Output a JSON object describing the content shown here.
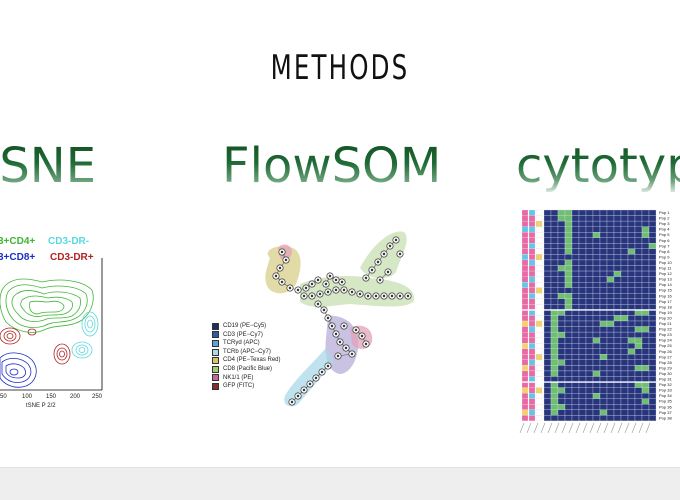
{
  "slide": {
    "title": "METHODS",
    "methods": [
      {
        "label": "-SNE"
      },
      {
        "label": "FlowSOM"
      },
      {
        "label": "cytotypr"
      }
    ]
  },
  "tsne": {
    "legend": [
      {
        "text": "3+CD4+",
        "color": "#3fb535"
      },
      {
        "text": "CD3-DR-",
        "color": "#5ad8e0"
      },
      {
        "text": "3+CD8+",
        "color": "#1b2fc8"
      },
      {
        "text": "CD3-DR+",
        "color": "#b22222"
      }
    ],
    "x_ticks": [
      "50",
      "100",
      "150",
      "200",
      "250"
    ],
    "x_label": "tSNE P 2/2"
  },
  "flowsom": {
    "legend": [
      {
        "text": "CD19 (PE−Cy5)",
        "color": "#1c2f5e"
      },
      {
        "text": "CD3 (PE−Cy7)",
        "color": "#2d5d9c"
      },
      {
        "text": "TCRyd (APC)",
        "color": "#5da6d4"
      },
      {
        "text": "TCRb (APC−Cy7)",
        "color": "#a9d8e8"
      },
      {
        "text": "CD4 (PE−Texas Red)",
        "color": "#d8c46b"
      },
      {
        "text": "CD8 (Pacific Blue)",
        "color": "#9fcf6a"
      },
      {
        "text": "NK1/1 (PE)",
        "color": "#c36a94"
      },
      {
        "text": "GFP (FITC)",
        "color": "#8a2d2d"
      }
    ]
  },
  "cytotype": {
    "row_labels": [
      "Pop 1",
      "Pop 2",
      "Pop 3",
      "Pop 4",
      "Pop 5",
      "Pop 6",
      "Pop 7",
      "Pop 8",
      "Pop 9",
      "Pop 10",
      "Pop 11",
      "Pop 12",
      "Pop 13",
      "Pop 14",
      "Pop 15",
      "Pop 16",
      "Pop 17",
      "Pop 18",
      "Pop 19",
      "Pop 20",
      "Pop 21",
      "Pop 22",
      "Pop 23",
      "Pop 24",
      "Pop 25",
      "Pop 26",
      "Pop 27",
      "Pop 28",
      "Pop 29",
      "Pop 30",
      "Pop 31",
      "Pop 32",
      "Pop 33",
      "Pop 34",
      "Pop 35",
      "Pop 36",
      "Pop 37",
      "Pop 38"
    ],
    "colors": {
      "high": "#6fbf73",
      "low": "#27357c"
    }
  }
}
